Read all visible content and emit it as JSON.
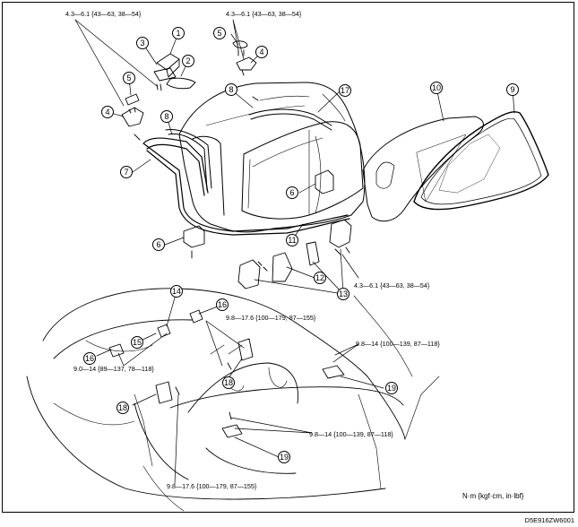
{
  "torque_specs": {
    "t1": "4.3—6.1 {43—63, 38—54}",
    "t2": "4.3—6.1 {43—63, 38—54}",
    "t3": "4.3—6.1 {43—63, 38—54}",
    "t4": "9.8—17.6 {100—179, 87—155}",
    "t5": "9.8—14 {100—139, 87—118}",
    "t6": "9.0—14 {89—137, 78—118}",
    "t7": "9.8—14 {100—139, 87—118}",
    "t8": "9.8—17.6 {100—179, 87—155}"
  },
  "callouts": [
    "1",
    "2",
    "3",
    "4",
    "5",
    "6",
    "7",
    "8",
    "9",
    "10",
    "11",
    "12",
    "13",
    "14",
    "15",
    "16",
    "17",
    "18",
    "19"
  ],
  "units_label": "N·m {kgf·cm, in·lbf}",
  "figure_code": "D5E916ZW6001"
}
